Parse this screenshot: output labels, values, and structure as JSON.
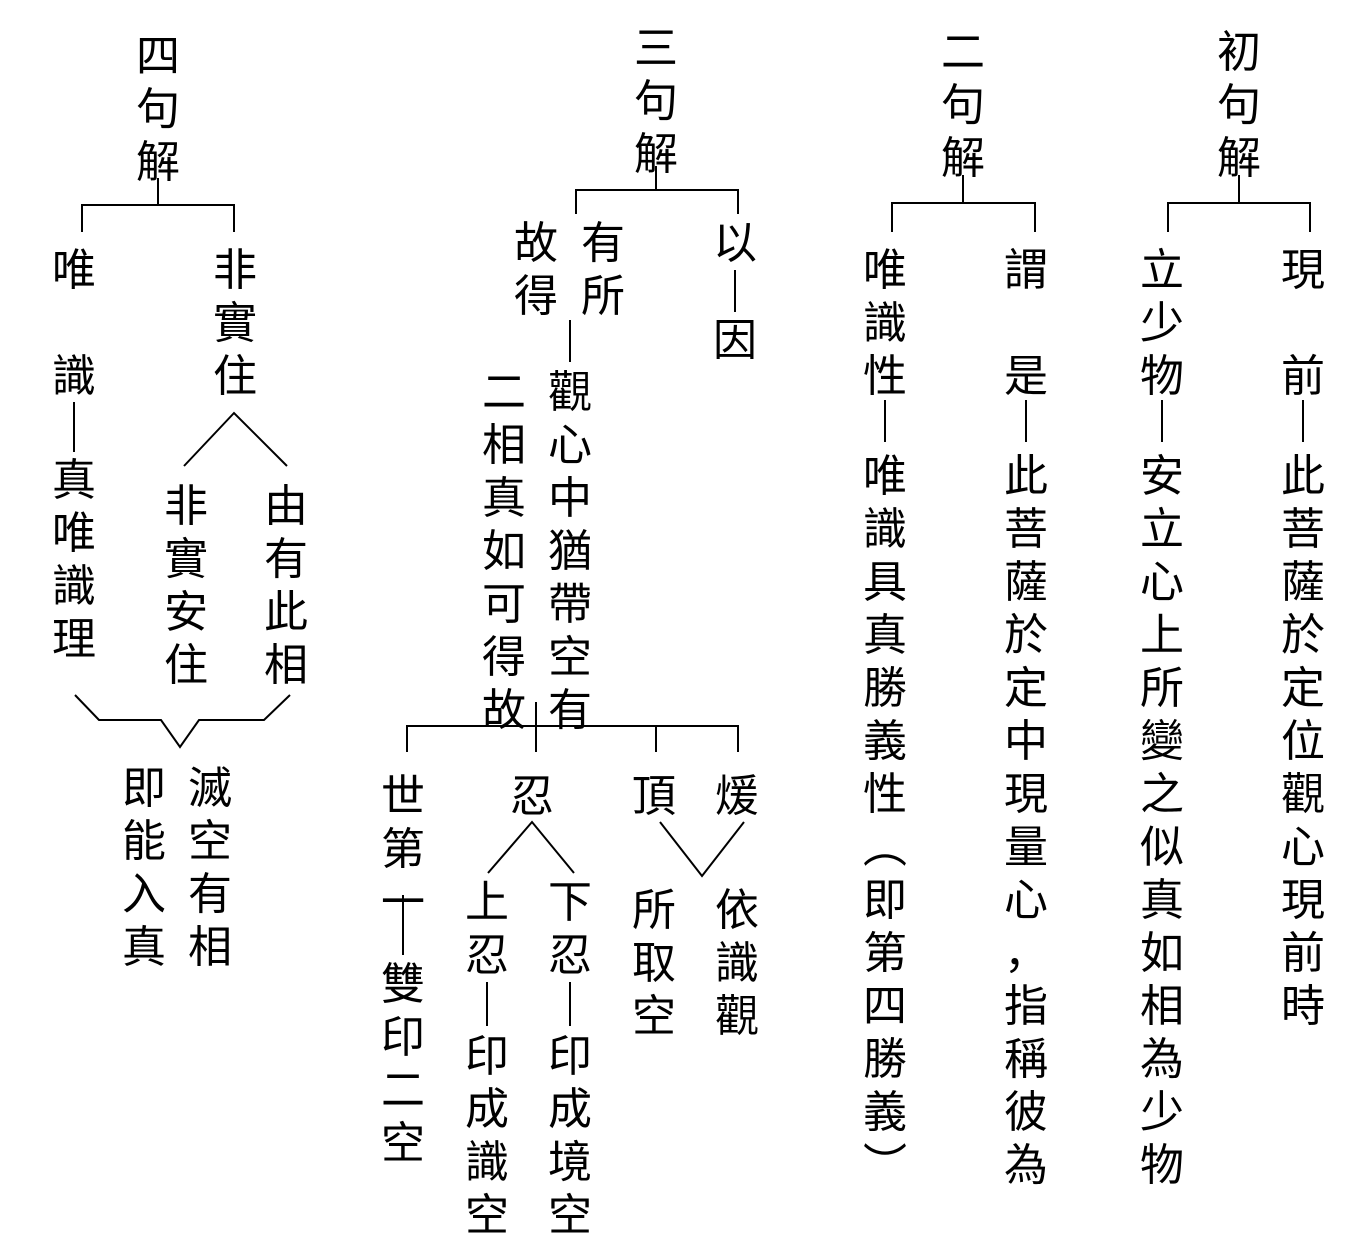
{
  "diagram": {
    "line_color": "#000000",
    "text_color": "#000000",
    "sections": {
      "first": {
        "title": "初\n句\n解",
        "a_head": "立\n少\n物",
        "a_body": "安\n立\n心\n上\n所\n變\n之\n似\n真\n如\n相\n為\n少\n物",
        "b_head": "現\n\n前",
        "b_body": "此\n菩\n薩\n於\n定\n位\n觀\n心\n現\n前\n時"
      },
      "second": {
        "title": "二\n句\n解",
        "a_head": "唯\n識\n性",
        "a_body": "唯\n識\n具\n真\n勝\n義\n性\n︵\n即\n第\n四\n勝\n義\n︶",
        "b_head": "謂\n\n是",
        "b_body": "此\n菩\n薩\n於\n定\n中\n現\n量\n心\n，\n指\n稱\n彼\n為"
      },
      "third": {
        "title": "三\n句\n解",
        "left_col1": "有\n所",
        "left_col2": "故\n得",
        "right_head": "以",
        "right_body": "因",
        "obs_col1": "觀\n心\n中\n猶\n帶\n空\n有",
        "obs_col2": "二\n相\n真\n如\n可\n得\n故",
        "stages": {
          "world": "世\n第\n一",
          "world_body": "雙\n印\n二\n空",
          "ren": "忍",
          "ren_lower": "下\n忍",
          "ren_lower_body": "印\n成\n境\n空",
          "ren_upper": "上\n忍",
          "ren_upper_body": "印\n成\n識\n空",
          "ding": "頂",
          "nuan": "煖",
          "shared": "所\n取\n空",
          "nuan_body": "依\n識\n觀"
        }
      },
      "fourth": {
        "title": "四\n句\n解",
        "a_head": "非\n實\n住",
        "a_sub1": "由\n有\n此\n相",
        "a_sub2": "非\n實\n安\n住",
        "b_head": "唯\n\n識",
        "b_body": "真\n唯\n識\n理",
        "result_col1": "滅\n空\n有\n相",
        "result_col2": "即\n能\n入\n真"
      }
    }
  }
}
